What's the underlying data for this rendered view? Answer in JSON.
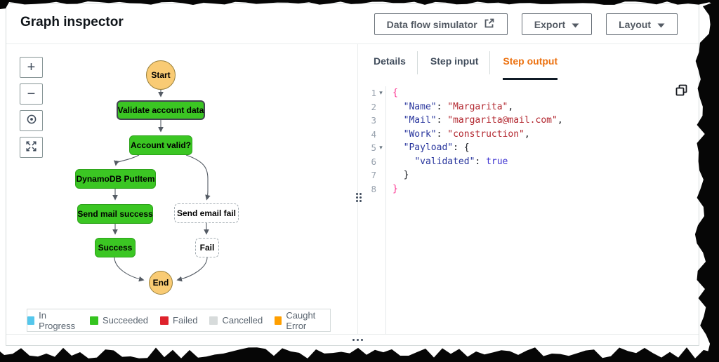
{
  "header": {
    "title": "Graph inspector",
    "buttons": [
      {
        "label": "Data flow simulator",
        "icon": "external-link-icon"
      },
      {
        "label": "Export",
        "icon": "caret-down-icon"
      },
      {
        "label": "Layout",
        "icon": "caret-down-icon"
      }
    ]
  },
  "graph_panel": {
    "zoom_controls": [
      {
        "name": "zoom-in",
        "glyph": "+"
      },
      {
        "name": "zoom-out",
        "glyph": "−"
      },
      {
        "name": "center-view",
        "glyph": "circle-dot-icon"
      },
      {
        "name": "fit-view",
        "glyph": "expand-arrows-icon"
      }
    ],
    "nodes": [
      {
        "label": "Start",
        "status": "start"
      },
      {
        "label": "Validate account data",
        "status": "succeeded",
        "selected": true
      },
      {
        "label": "Account valid?",
        "status": "succeeded"
      },
      {
        "label": "DynamoDB PutItem",
        "status": "succeeded"
      },
      {
        "label": "Send mail success",
        "status": "succeeded"
      },
      {
        "label": "Send email fail",
        "status": "not-executed"
      },
      {
        "label": "Success",
        "status": "succeeded"
      },
      {
        "label": "Fail",
        "status": "not-executed"
      },
      {
        "label": "End",
        "status": "end"
      }
    ],
    "node_colors": {
      "succeeded": "#3bc623",
      "terminal": "#f9cb74",
      "not_executed": "#ffffff"
    },
    "legend": {
      "items": [
        {
          "label": "In Progress",
          "color": "#55c7ec"
        },
        {
          "label": "Succeeded",
          "color": "#35c41f"
        },
        {
          "label": "Failed",
          "color": "#de222c"
        },
        {
          "label": "Cancelled",
          "color": "#d7dbdb"
        },
        {
          "label": "Caught Error",
          "color": "#ff9f00"
        }
      ]
    }
  },
  "details_panel": {
    "tabs": [
      {
        "label": "Details",
        "active": false
      },
      {
        "label": "Step input",
        "active": false
      },
      {
        "label": "Step output",
        "active": true
      }
    ],
    "active_tab_color": "#ec7211",
    "code_editor": {
      "language": "json",
      "token_colors": {
        "bracket_highlight": "#fb318f",
        "key": "#26339c",
        "string": "#b2262e",
        "boolean": "#3e33d1",
        "punctuation": "#16191f"
      },
      "lines": [
        {
          "n": 1,
          "fold": true,
          "tokens": [
            {
              "c": "brk",
              "t": "{"
            }
          ]
        },
        {
          "n": 2,
          "fold": false,
          "tokens": [
            {
              "c": "p",
              "t": "  "
            },
            {
              "c": "key",
              "t": "\"Name\""
            },
            {
              "c": "p",
              "t": ": "
            },
            {
              "c": "str",
              "t": "\"Margarita\""
            },
            {
              "c": "p",
              "t": ","
            }
          ]
        },
        {
          "n": 3,
          "fold": false,
          "tokens": [
            {
              "c": "p",
              "t": "  "
            },
            {
              "c": "key",
              "t": "\"Mail\""
            },
            {
              "c": "p",
              "t": ": "
            },
            {
              "c": "str",
              "t": "\"margarita@mail.com\""
            },
            {
              "c": "p",
              "t": ","
            }
          ]
        },
        {
          "n": 4,
          "fold": false,
          "tokens": [
            {
              "c": "p",
              "t": "  "
            },
            {
              "c": "key",
              "t": "\"Work\""
            },
            {
              "c": "p",
              "t": ": "
            },
            {
              "c": "str",
              "t": "\"construction\""
            },
            {
              "c": "p",
              "t": ","
            }
          ]
        },
        {
          "n": 5,
          "fold": true,
          "tokens": [
            {
              "c": "p",
              "t": "  "
            },
            {
              "c": "key",
              "t": "\"Payload\""
            },
            {
              "c": "p",
              "t": ": "
            },
            {
              "c": "p",
              "t": "{"
            }
          ]
        },
        {
          "n": 6,
          "fold": false,
          "tokens": [
            {
              "c": "p",
              "t": "    "
            },
            {
              "c": "key",
              "t": "\"validated\""
            },
            {
              "c": "p",
              "t": ": "
            },
            {
              "c": "bool",
              "t": "true"
            }
          ]
        },
        {
          "n": 7,
          "fold": false,
          "tokens": [
            {
              "c": "p",
              "t": "  "
            },
            {
              "c": "p",
              "t": "}"
            }
          ]
        },
        {
          "n": 8,
          "fold": false,
          "tokens": [
            {
              "c": "brk",
              "t": "}"
            }
          ]
        }
      ]
    }
  }
}
